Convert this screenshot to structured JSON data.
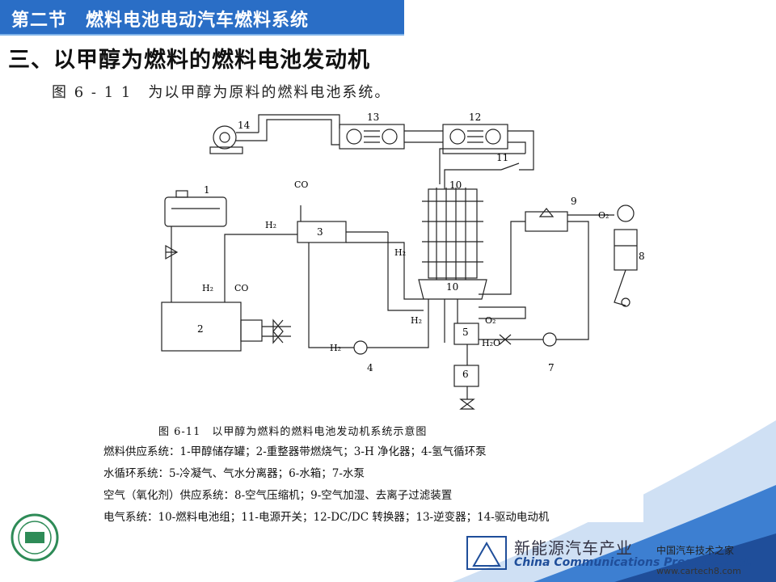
{
  "slide": {
    "section_title": "第二节　燃料电池电动汽车燃料系统",
    "heading": "三、以甲醇为燃料的燃料电池发动机",
    "intro": "图 6 - 1 1　为以甲醇为原料的燃料电池系统。"
  },
  "figure": {
    "caption": "图 6-11　以甲醇为燃料的燃料电池发动机系统示意图",
    "legend_lines": [
      "燃料供应系统：1-甲醇储存罐；2-重整器带燃烧气；3-H 净化器；4-氢气循环泵",
      "水循环系统：5-冷凝气、气水分离器；6-水箱；7-水泵",
      "空气（氧化剂）供应系统：8-空气压缩机；9-空气加湿、去离子过滤装置",
      "电气系统：10-燃料电池组；11-电源开关；12-DC/DC 转换器；13-逆变器；14-驱动电动机"
    ],
    "labels": {
      "n1": "1",
      "n2": "2",
      "n3": "3",
      "n4": "4",
      "n5": "5",
      "n6": "6",
      "n7": "7",
      "n8": "8",
      "n9": "9",
      "n10a": "10",
      "n10b": "10",
      "n11": "11",
      "n12": "12",
      "n13": "13",
      "n14": "14",
      "co_top": "CO",
      "h2_left": "H₂",
      "h2_up": "H₂",
      "co_up": "CO",
      "h2_down": "H₂",
      "h2_mid": "H₂",
      "h2_bottom": "H₂",
      "o2_right": "O₂",
      "o2_mid": "O₂",
      "h2o": "H₂O"
    }
  },
  "footer": {
    "brand_cn": "新能源汽车产业",
    "brand_en": "China Communications Press Co.,Ltd.",
    "watermark_cn": "中国汽车技术之家",
    "watermark_url": "www.cartech8.com"
  },
  "colors": {
    "title_bar": "#2a6ec6",
    "accent_blue": "#1f4e9a"
  }
}
